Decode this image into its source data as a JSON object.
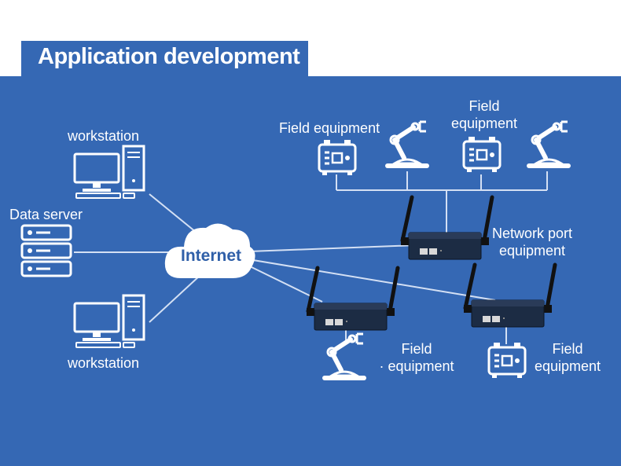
{
  "header": {
    "title": "Application development"
  },
  "nodes": {
    "workstation_top": "workstation",
    "workstation_bottom": "workstation",
    "data_server": "Data server",
    "internet": "Internet",
    "network_port_line1": "Network port",
    "network_port_line2": "equipment",
    "field_top_left": "Field equipment",
    "field_top_right_line1": "Field",
    "field_top_right_line2": "equipment",
    "field_bottom_left_line1": "Field",
    "field_bottom_left_line2": "equipment",
    "field_bottom_right_line1": "Field",
    "field_bottom_right_line2": "equipment"
  },
  "icons": [
    "desktop-computer-icon",
    "server-rack-icon",
    "cloud-icon",
    "router-icon",
    "field-device-icon",
    "robot-arm-icon"
  ],
  "colors": {
    "background": "#3568b4",
    "foreground": "#ffffff",
    "router_body": "#1c2c44"
  }
}
